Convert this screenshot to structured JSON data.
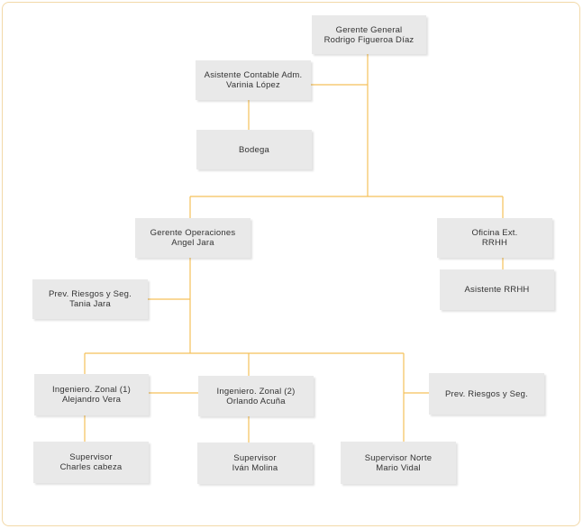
{
  "colors": {
    "connector": "#f5c15a",
    "box": "#e9e9e9",
    "text": "#333333",
    "frame": "#f2d9a8"
  },
  "nodes": {
    "gerente_general": {
      "title": "Gerente General",
      "name": "Rodrigo Figueroa Díaz"
    },
    "asistente_contable": {
      "title": "Asistente Contable Adm.",
      "name": "Varinia López"
    },
    "bodega": {
      "title": "Bodega"
    },
    "gerente_operaciones": {
      "title": "Gerente Operaciones",
      "name": "Angel Jara"
    },
    "oficina_ext": {
      "title": "Oficina Ext.",
      "name": "RRHH"
    },
    "asistente_rrhh": {
      "title": "Asistente RRHH"
    },
    "prev_riesgos_1": {
      "title": "Prev. Riesgos y Seg.",
      "name": "Tania Jara"
    },
    "ingeniero_zonal_1": {
      "title": "Ingeniero. Zonal (1)",
      "name": "Alejandro Vera"
    },
    "ingeniero_zonal_2": {
      "title": "Ingeniero. Zonal (2)",
      "name": "Orlando Acuña"
    },
    "prev_riesgos_2": {
      "title": "Prev. Riesgos y Seg."
    },
    "supervisor_1": {
      "title": "Supervisor",
      "name": "Charles cabeza"
    },
    "supervisor_2": {
      "title": "Supervisor",
      "name": "Iván Molina"
    },
    "supervisor_norte": {
      "title": "Supervisor  Norte",
      "name": "Mario Vidal"
    }
  }
}
